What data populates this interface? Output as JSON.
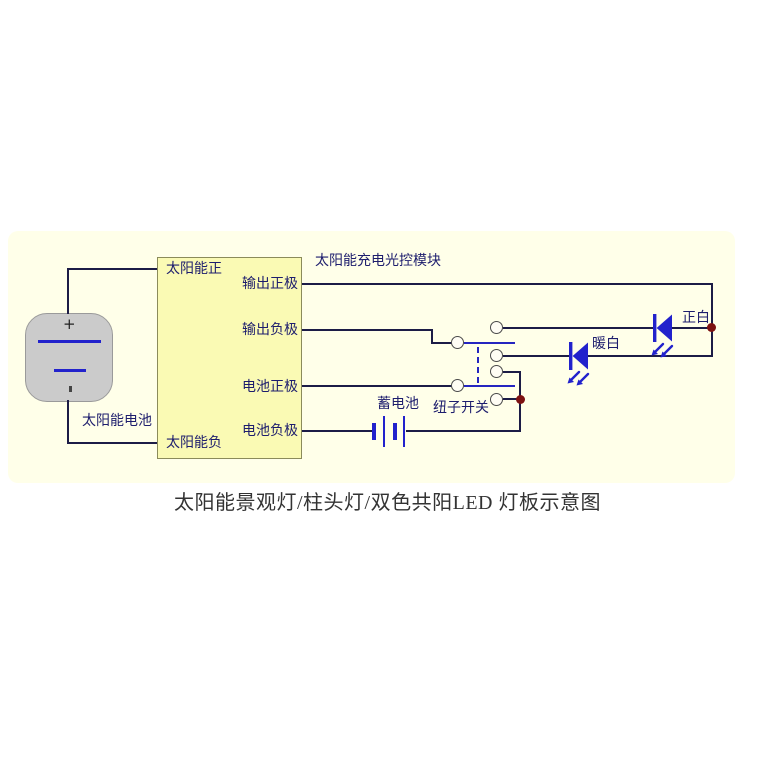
{
  "module": {
    "title": "太阳能充电光控模块",
    "pins": {
      "solar_pos": "太阳能正",
      "solar_neg": "太阳能负",
      "out_pos": "输出正极",
      "out_neg": "输出负极",
      "bat_pos": "电池正极",
      "bat_neg": "电池负极"
    }
  },
  "solar_cell": {
    "label": "太阳能电池",
    "plus": "+"
  },
  "battery": {
    "label": "蓄电池"
  },
  "toggle_switch": {
    "label": "纽子开关"
  },
  "leds": {
    "warm_white": "暖白",
    "pure_white": "正白"
  },
  "caption": {
    "text": "太阳能景观灯/柱头灯/双色共阳LED 灯板示意图"
  },
  "colors": {
    "page_bg": "#FFFFFF",
    "panel_bg": "#FFFFE9",
    "module_bg": "#FAFAB4",
    "module_border": "#8B8B5A",
    "wire_dark": "#1C1C46",
    "wire_blue": "#2525C0",
    "component_blue": "#2222CC",
    "solar_fill": "#CBCBCB",
    "solar_border": "#9A9A9A",
    "terminal_border": "#4A4A4A",
    "terminal_fill": "#FFFDF4",
    "junction_red": "#7D1212",
    "label_navy": "#1D1D6D",
    "caption_color": "#333333"
  }
}
